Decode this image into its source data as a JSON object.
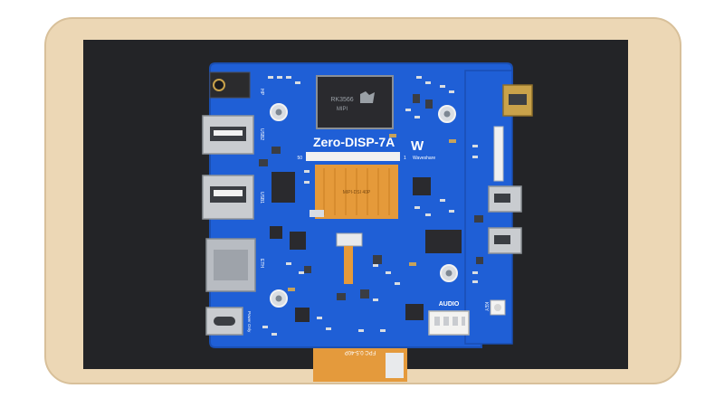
{
  "board": {
    "model_label": "Zero-DISP-7A",
    "brand_label": "Waveshare",
    "chip_text_1": "RK3566",
    "chip_text_2": "MIPI",
    "port_labels": {
      "headphone": "HP",
      "usb2": "USB2",
      "usb1": "USB1",
      "ethernet": "ETH",
      "power": "Power Only",
      "audio": "AUDIO",
      "key": "KEY"
    },
    "pin_label_left": "50",
    "pin_label_right": "1",
    "ribbon_text": "MIPI-DSI 40P",
    "bottom_ribbon_text": "FPC 0.5-40P"
  },
  "colors": {
    "frame_outer": "#ecd7b5",
    "frame_edge": "#d8c09a",
    "screen_panel": "#222326",
    "pcb_blue": "#1f5fd6",
    "pcb_edge": "#1a4fb3",
    "flex_ribbon": "#e59a3a",
    "chip_dark": "#2a2a2e",
    "metal": "#c9ccd0"
  }
}
